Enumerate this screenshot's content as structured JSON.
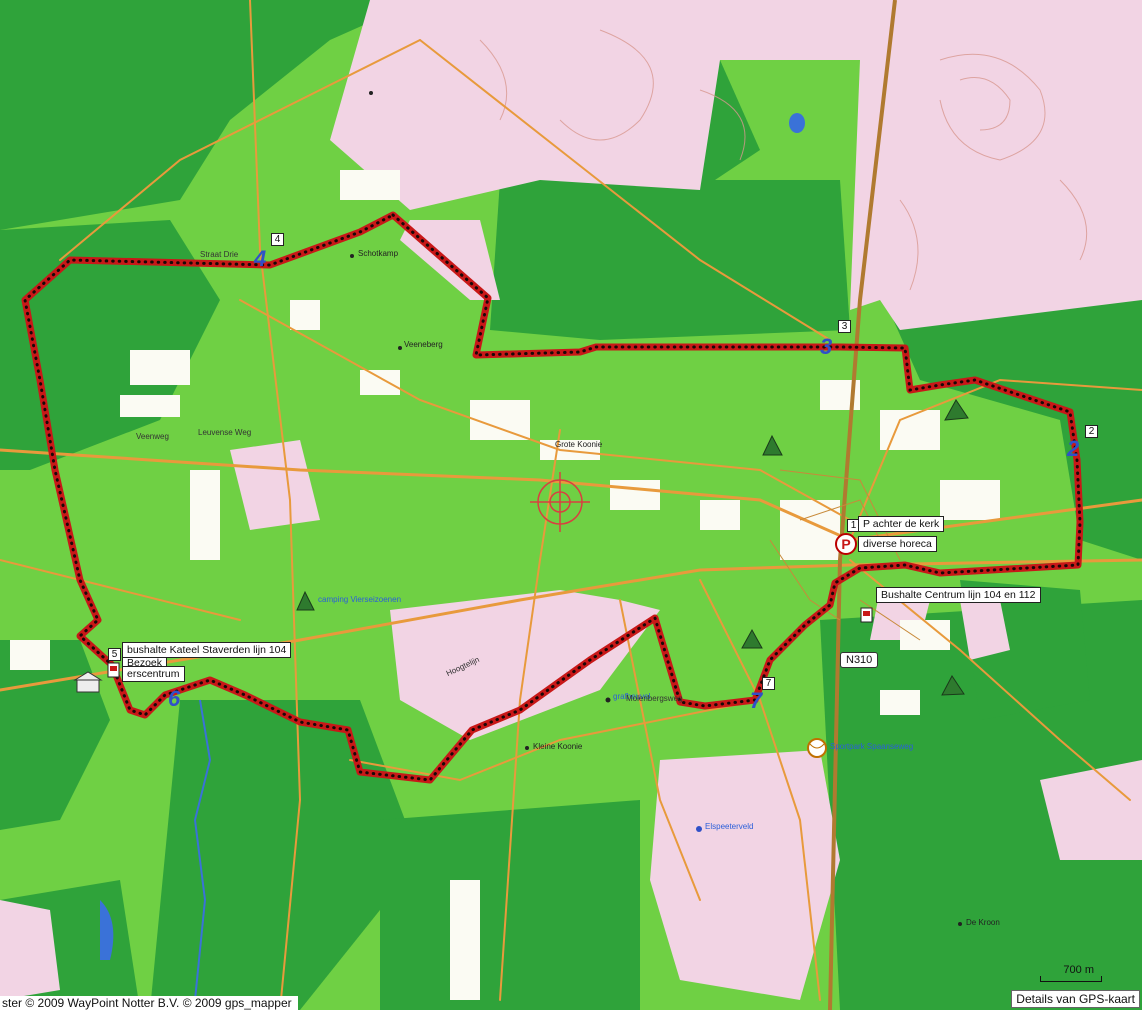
{
  "colors": {
    "forest": "#2fa33a",
    "meadow": "#6fd044",
    "heath": "#f2d4e4",
    "road": "#e89a3c",
    "route": "#c81818",
    "water": "#3a72d8"
  },
  "waypoints": [
    {
      "id": "1",
      "label": "1"
    },
    {
      "id": "2",
      "label": "2",
      "big": "2"
    },
    {
      "id": "3",
      "label": "3",
      "big": "3"
    },
    {
      "id": "4",
      "label": "4",
      "big": "4"
    },
    {
      "id": "5",
      "label": "5"
    },
    {
      "id": "6",
      "big": "6"
    },
    {
      "id": "7",
      "label": "7",
      "big": "7"
    }
  ],
  "callouts": {
    "parking": "P achter de kerk",
    "horeca": "diverse horeca",
    "bus_centrum": "Bushalte Centrum lijn 104 en 112",
    "bus_kateel": "bushalte Kateel Staverden lijn 104",
    "bezoekers_partial": "Bezoek",
    "bezoekers": "erscentrum"
  },
  "places": {
    "schotkamp": "Schotkamp",
    "veeneberg": "Veeneberg",
    "grote_koonie": "Grote Koonie",
    "kleine_koonie": "Kleine Koonie",
    "elspeeterveld": "Elspeeterveld",
    "grafheuvel": "grafheuvel",
    "camping": "camping Vierseizoenen",
    "sport": "Sportpark Spaanseweg",
    "de_kroon": "De Kroon"
  },
  "roads": {
    "straat_drie": "Straat Drie",
    "veenweg": "Veenweg",
    "leuvense_weg": "Leuvense Weg",
    "molenbergsweg": "Molenbergsweg",
    "hoogtelijn": "Hoogtelijn",
    "n310": "N310"
  },
  "scale": "700 m",
  "footer": {
    "copyright": "ster © 2009   WayPoint Notter B.V. © 2009   gps_mapper",
    "details": "Details van GPS-kaart"
  }
}
